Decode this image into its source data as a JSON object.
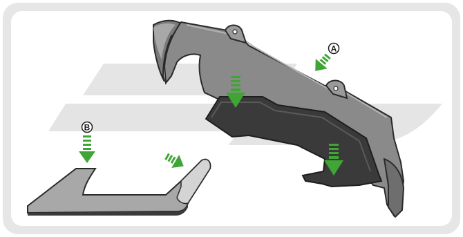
{
  "callouts": {
    "a": "A",
    "b": "B"
  },
  "colors": {
    "frame_bg": "#e6e6e6",
    "watermark": "#d2d2d2",
    "bracket_fill": "#8a8a8a",
    "bracket_light": "#a8a8a8",
    "bracket_dark": "#4a4a4a",
    "pad_dark": "#3a3a3a",
    "arrow_green": "#3fa535",
    "outline": "#2a2a2a"
  },
  "icons": {
    "arrow_style": "green-dashed-down-arrow",
    "watermark": "gp-logo-watermark"
  }
}
